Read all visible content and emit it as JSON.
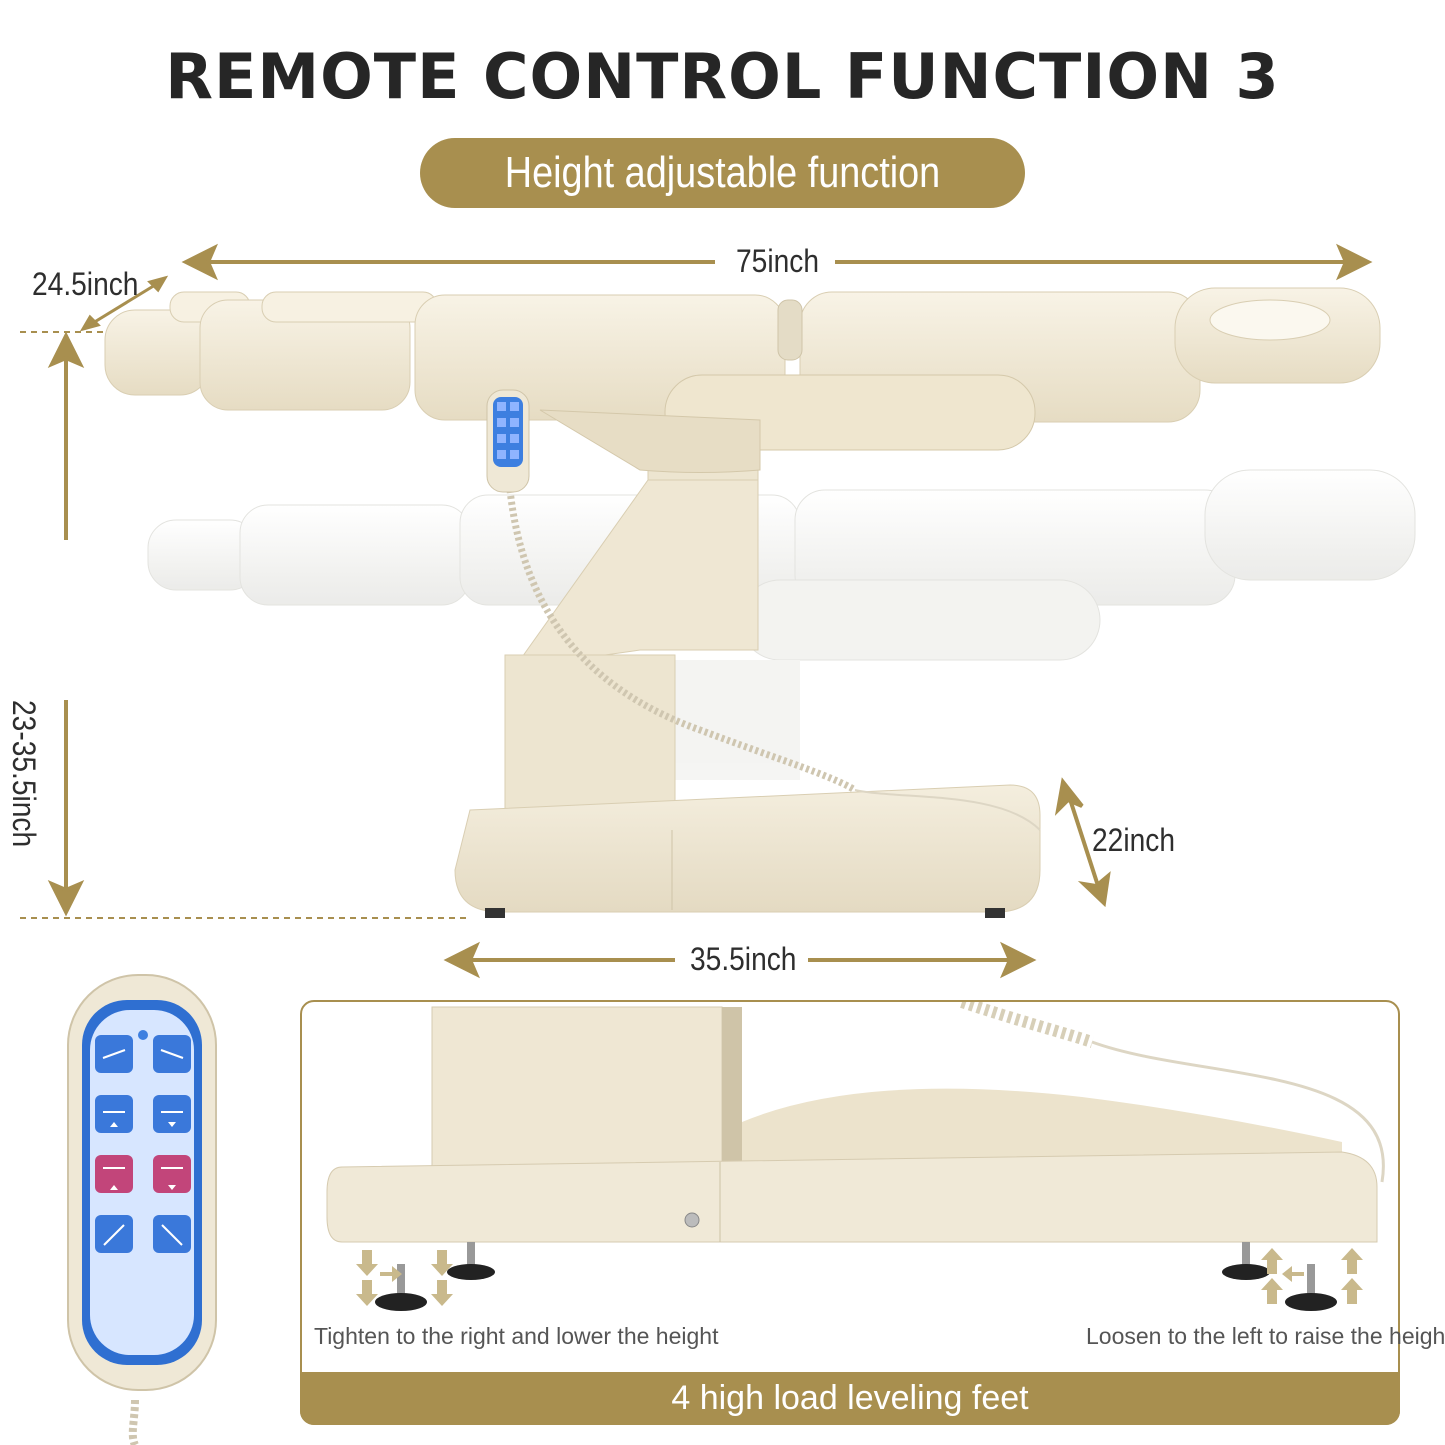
{
  "title": "REMOTE CONTROL FUNCTION 3",
  "subtitle": "Height adjustable function",
  "dimensions": {
    "length": "75inch",
    "width": "24.5inch",
    "height_range": "23-35.5inch",
    "base_height": "22inch",
    "base_length": "35.5inch"
  },
  "captions": {
    "tighten": "Tighten to the right and lower the height",
    "loosen": "Loosen to the left to raise the height"
  },
  "feet_label": "4 high load leveling feet",
  "colors": {
    "accent": "#a88f4f",
    "chair_cream": "#f1ead7",
    "chair_white": "#f7f7f5",
    "remote_blue": "#2f6fd1",
    "remote_pink": "#c2457a"
  },
  "remote": {
    "icons": [
      "backrest-up-icon",
      "backrest-down-icon",
      "seat-tilt-up-icon",
      "seat-tilt-down-icon",
      "height-up-icon",
      "height-down-icon",
      "leg-up-icon",
      "leg-down-icon"
    ]
  }
}
